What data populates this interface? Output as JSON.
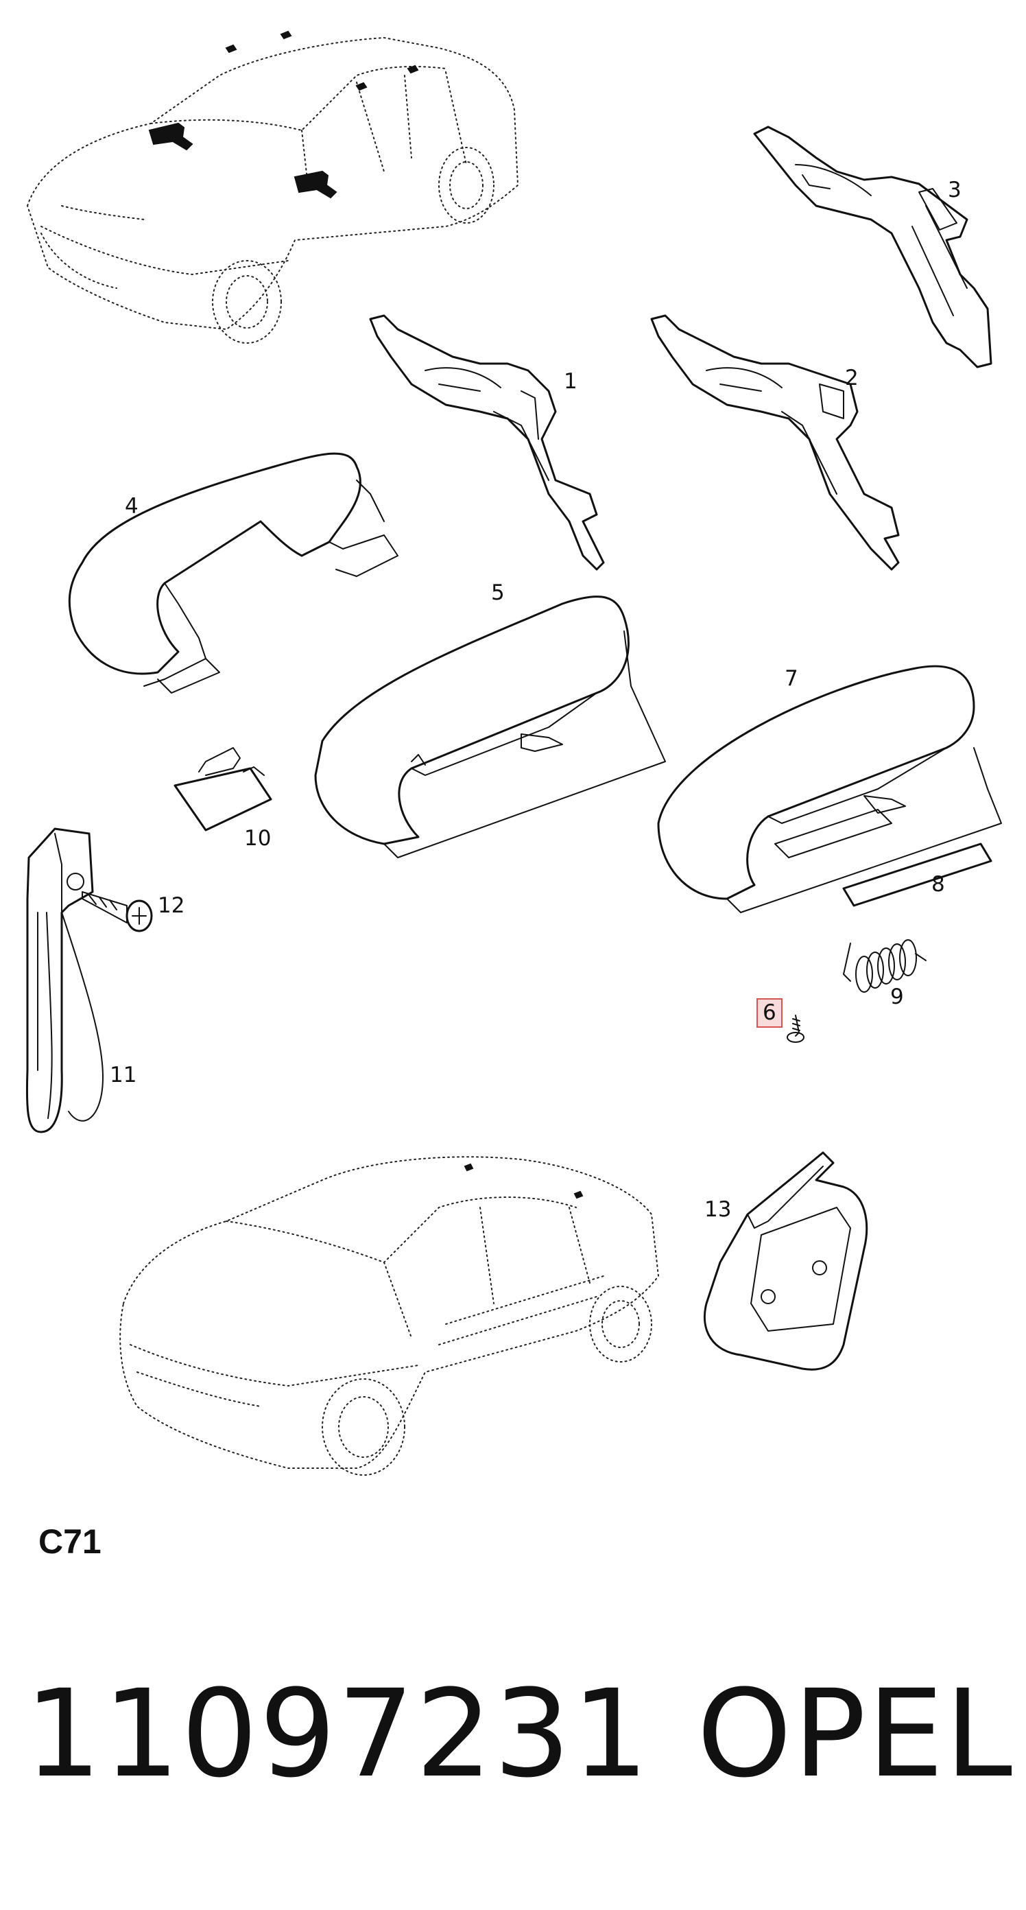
{
  "diagram": {
    "callouts": [
      {
        "id": "1",
        "label": "1"
      },
      {
        "id": "2",
        "label": "2"
      },
      {
        "id": "3",
        "label": "3"
      },
      {
        "id": "4",
        "label": "4"
      },
      {
        "id": "5",
        "label": "5"
      },
      {
        "id": "6",
        "label": "6",
        "highlighted": true
      },
      {
        "id": "7",
        "label": "7"
      },
      {
        "id": "8",
        "label": "8"
      },
      {
        "id": "9",
        "label": "9"
      },
      {
        "id": "10",
        "label": "10"
      },
      {
        "id": "11",
        "label": "11"
      },
      {
        "id": "12",
        "label": "12"
      },
      {
        "id": "13",
        "label": "13"
      }
    ],
    "highlight_color": "#d9534f"
  },
  "footer": {
    "section_code": "C71",
    "part_number": "11097231",
    "brand": "OPEL"
  }
}
